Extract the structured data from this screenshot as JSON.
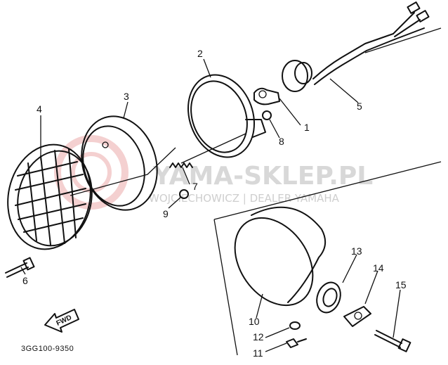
{
  "diagram": {
    "part_numbers": [
      "1",
      "2",
      "3",
      "4",
      "5",
      "6",
      "7",
      "8",
      "9",
      "10",
      "11",
      "12",
      "13",
      "14",
      "15"
    ],
    "fwd_label": "FWD",
    "drawing_code": "3GG100-9350"
  },
  "watermark": {
    "title": "YAMA-SKLEP.PL",
    "subtitle": "WOJCIECHOWICZ | DEALER YAMAHA",
    "color": "#cfcfcf",
    "logo": "yamaha-logo-icon"
  }
}
